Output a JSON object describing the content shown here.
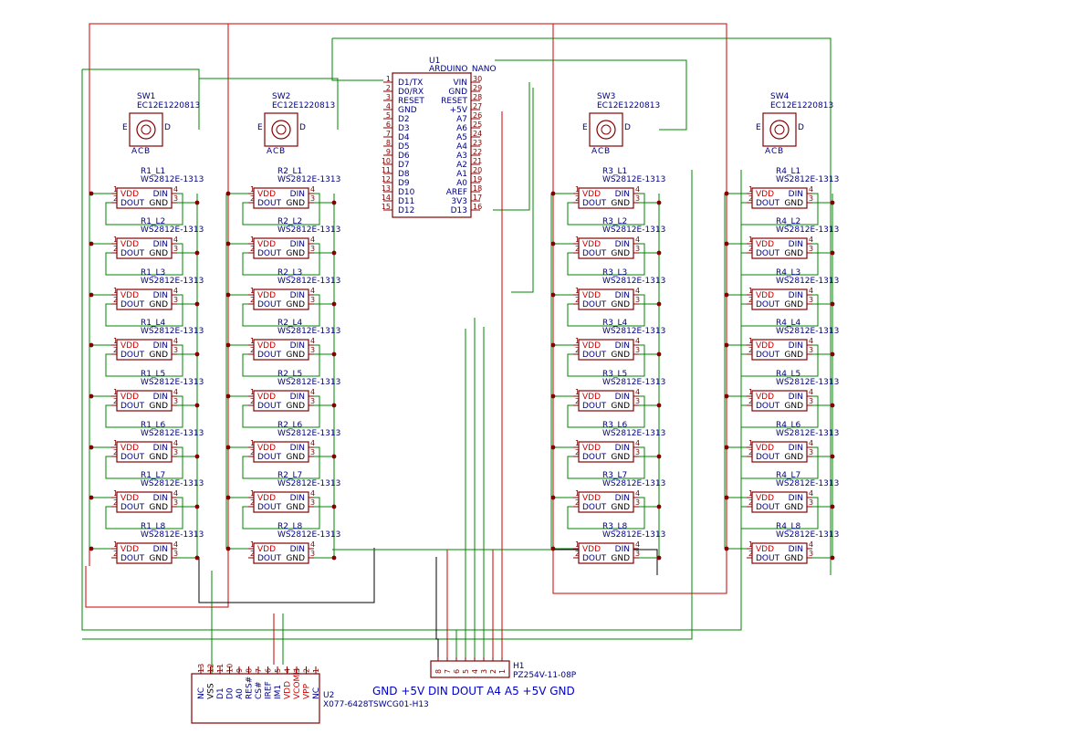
{
  "u1": {
    "ref": "U1",
    "value": "ARDUINO_NANO",
    "left_pins": [
      {
        "num": "1",
        "name": "D1/TX"
      },
      {
        "num": "2",
        "name": "D0/RX"
      },
      {
        "num": "3",
        "name": "RESET"
      },
      {
        "num": "4",
        "name": "GND"
      },
      {
        "num": "5",
        "name": "D2"
      },
      {
        "num": "6",
        "name": "D3"
      },
      {
        "num": "7",
        "name": "D4"
      },
      {
        "num": "8",
        "name": "D5"
      },
      {
        "num": "9",
        "name": "D6"
      },
      {
        "num": "10",
        "name": "D7"
      },
      {
        "num": "11",
        "name": "D8"
      },
      {
        "num": "12",
        "name": "D9"
      },
      {
        "num": "13",
        "name": "D10"
      },
      {
        "num": "14",
        "name": "D11"
      },
      {
        "num": "15",
        "name": "D12"
      }
    ],
    "right_pins": [
      {
        "num": "30",
        "name": "VIN"
      },
      {
        "num": "29",
        "name": "GND"
      },
      {
        "num": "28",
        "name": "RESET"
      },
      {
        "num": "27",
        "name": "+5V"
      },
      {
        "num": "26",
        "name": "A7"
      },
      {
        "num": "25",
        "name": "A6"
      },
      {
        "num": "24",
        "name": "A5"
      },
      {
        "num": "23",
        "name": "A4"
      },
      {
        "num": "22",
        "name": "A3"
      },
      {
        "num": "21",
        "name": "A2"
      },
      {
        "num": "20",
        "name": "A1"
      },
      {
        "num": "19",
        "name": "A0"
      },
      {
        "num": "18",
        "name": "AREF"
      },
      {
        "num": "17",
        "name": "3V3"
      },
      {
        "num": "16",
        "name": "D13"
      }
    ]
  },
  "switches": [
    {
      "ref": "SW1",
      "value": "EC12E1220813",
      "pins": [
        "E",
        "D",
        "A",
        "C",
        "B"
      ]
    },
    {
      "ref": "SW2",
      "value": "EC12E1220813",
      "pins": [
        "E",
        "D",
        "A",
        "C",
        "B"
      ]
    },
    {
      "ref": "SW3",
      "value": "EC12E1220813",
      "pins": [
        "E",
        "D",
        "A",
        "C",
        "B"
      ]
    },
    {
      "ref": "SW4",
      "value": "EC12E1220813",
      "pins": [
        "E",
        "D",
        "A",
        "C",
        "B"
      ]
    }
  ],
  "led_columns": [
    {
      "refs": [
        "R1_L1",
        "R1_L2",
        "R1_L3",
        "R1_L4",
        "R1_L5",
        "R1_L6",
        "R1_L7",
        "R1_L8"
      ]
    },
    {
      "refs": [
        "R2_L1",
        "R2_L2",
        "R2_L3",
        "R2_L4",
        "R2_L5",
        "R2_L6",
        "R2_L7",
        "R2_L8"
      ]
    },
    {
      "refs": [
        "R3_L1",
        "R3_L2",
        "R3_L3",
        "R3_L4",
        "R3_L5",
        "R3_L6",
        "R3_L7",
        "R3_L8"
      ]
    },
    {
      "refs": [
        "R4_L1",
        "R4_L2",
        "R4_L3",
        "R4_L4",
        "R4_L5",
        "R4_L6",
        "R4_L7",
        "R4_L8"
      ]
    }
  ],
  "led": {
    "value": "WS2812E-1313",
    "pin_vdd": "VDD",
    "pin_din": "DIN",
    "pin_dout": "DOUT",
    "pin_gnd": "GND",
    "nums": [
      "1",
      "2",
      "3",
      "4"
    ]
  },
  "h1": {
    "ref": "H1",
    "value": "PZ254V-11-08P",
    "pins": [
      "8",
      "7",
      "6",
      "5",
      "4",
      "3",
      "2",
      "1"
    ],
    "note": "GND +5V DIN DOUT A4 A5 +5V GND"
  },
  "u2": {
    "ref": "U2",
    "value": "X077-6428TSWCG01-H13",
    "pins": [
      {
        "num": "13",
        "name": "NC",
        "color": "blue"
      },
      {
        "num": "12",
        "name": "VSS",
        "color": "black"
      },
      {
        "num": "11",
        "name": "D1",
        "color": "blue"
      },
      {
        "num": "10",
        "name": "D0",
        "color": "blue"
      },
      {
        "num": "9",
        "name": "A0",
        "color": "blue"
      },
      {
        "num": "8",
        "name": "RES#",
        "color": "blue"
      },
      {
        "num": "7",
        "name": "CS#",
        "color": "blue"
      },
      {
        "num": "6",
        "name": "IREF",
        "color": "blue"
      },
      {
        "num": "5",
        "name": "IM1",
        "color": "blue"
      },
      {
        "num": "4",
        "name": "VDD",
        "color": "red"
      },
      {
        "num": "3",
        "name": "VCOMH",
        "color": "red"
      },
      {
        "num": "2",
        "name": "VPP",
        "color": "red"
      },
      {
        "num": "1",
        "name": "NC",
        "color": "blue"
      }
    ]
  },
  "colors": {
    "body": "#840000",
    "wire_green": "#008400",
    "wire_red": "#cc0000",
    "wire_black": "#000000",
    "label_blue": "#000084"
  }
}
